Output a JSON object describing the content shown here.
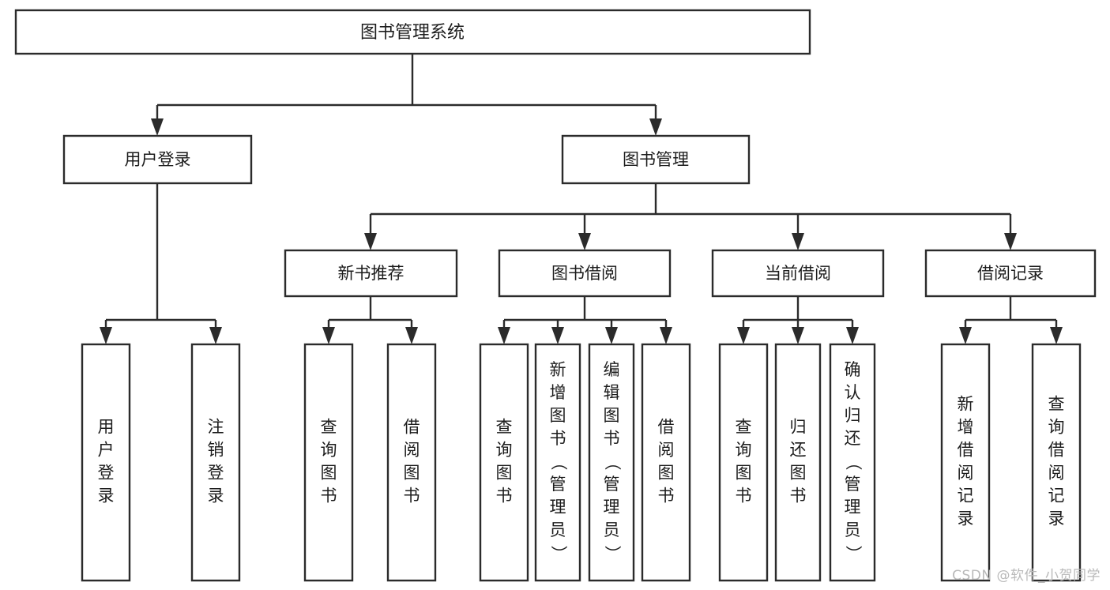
{
  "diagram": {
    "type": "tree",
    "title": "图书管理系统",
    "watermark": "CSDN @软件_小贺同学",
    "root": {
      "id": "root",
      "label": "图书管理系统"
    },
    "level2": [
      {
        "id": "user-login",
        "label": "用户登录"
      },
      {
        "id": "book-manage",
        "label": "图书管理"
      }
    ],
    "level3": [
      {
        "id": "new-book-recommend",
        "label": "新书推荐",
        "parent": "book-manage"
      },
      {
        "id": "book-borrow",
        "label": "图书借阅",
        "parent": "book-manage"
      },
      {
        "id": "current-borrow",
        "label": "当前借阅",
        "parent": "book-manage"
      },
      {
        "id": "borrow-record",
        "label": "借阅记录",
        "parent": "book-manage"
      }
    ],
    "leaves": [
      {
        "id": "leaf-user-login",
        "label": "用户登录",
        "parent": "user-login"
      },
      {
        "id": "leaf-user-logout",
        "label": "注销登录",
        "parent": "user-login"
      },
      {
        "id": "leaf-query-book-1",
        "label": "查询图书",
        "parent": "new-book-recommend"
      },
      {
        "id": "leaf-borrow-book-1",
        "label": "借阅图书",
        "parent": "new-book-recommend"
      },
      {
        "id": "leaf-query-book-2",
        "label": "查询图书",
        "parent": "book-borrow"
      },
      {
        "id": "leaf-add-book",
        "label": "新增图书（管理员）",
        "parent": "book-borrow"
      },
      {
        "id": "leaf-edit-book",
        "label": "编辑图书（管理员）",
        "parent": "book-borrow"
      },
      {
        "id": "leaf-borrow-book-2",
        "label": "借阅图书",
        "parent": "book-borrow"
      },
      {
        "id": "leaf-query-book-3",
        "label": "查询图书",
        "parent": "current-borrow"
      },
      {
        "id": "leaf-return-book",
        "label": "归还图书",
        "parent": "current-borrow"
      },
      {
        "id": "leaf-confirm-return",
        "label": "确认归还（管理员）",
        "parent": "current-borrow"
      },
      {
        "id": "leaf-add-record",
        "label": "新增借阅记录",
        "parent": "borrow-record"
      },
      {
        "id": "leaf-query-record",
        "label": "查询借阅记录",
        "parent": "borrow-record"
      }
    ],
    "colors": {
      "stroke": "#2b2b2b",
      "fill": "#ffffff",
      "text": "#1c1c1c",
      "watermark": "#b9b9b9"
    }
  }
}
